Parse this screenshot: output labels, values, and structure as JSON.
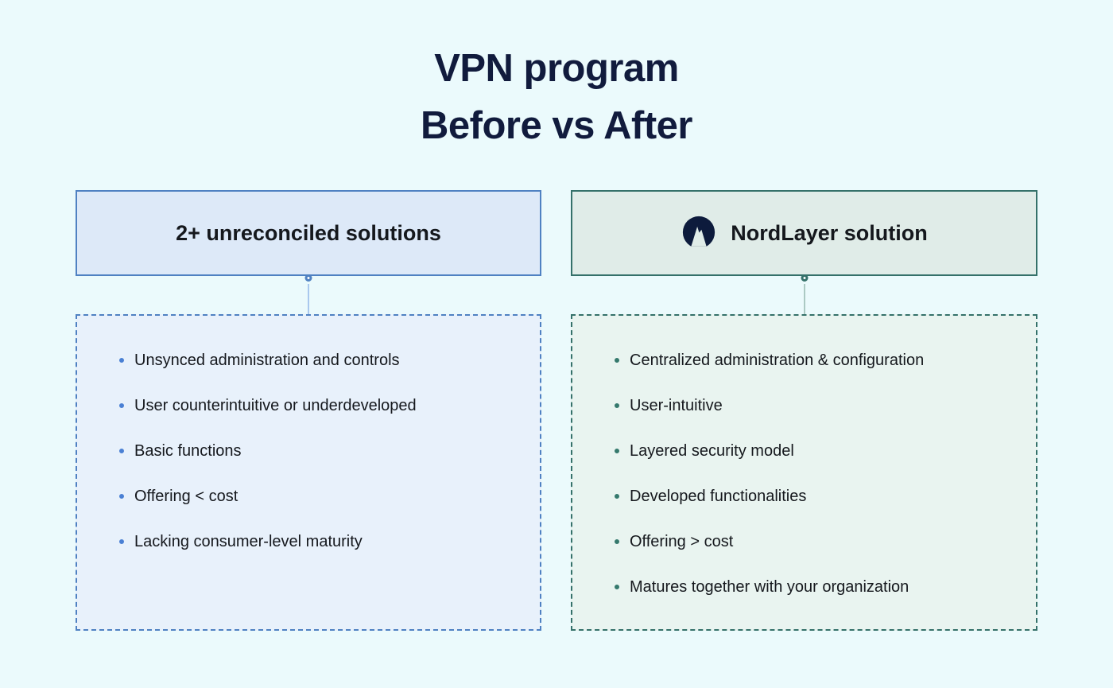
{
  "page": {
    "background": "#ebfafc",
    "text_color": "#15181d",
    "title": {
      "line1": "VPN program",
      "line2": "Before vs After",
      "color": "#111b3d"
    }
  },
  "before": {
    "header_label": "2+ unreconciled solutions",
    "accent": "#4f81c2",
    "header_bg": "#dde9f8",
    "list_bg": "#e8f1fb",
    "bullet_color": "#4a80d4",
    "arrow_color": "#a9c8ee",
    "items": [
      "Unsynced administration and controls",
      "User counterintuitive or underdeveloped",
      "Basic functions",
      "Offering < cost",
      "Lacking consumer-level maturity"
    ]
  },
  "after": {
    "header_label": "NordLayer solution",
    "logo_icon": "nordlayer-mountain-icon",
    "logo_color": "#0d1b3c",
    "accent": "#35716a",
    "header_bg": "#e0ece8",
    "list_bg": "#e9f4f0",
    "bullet_color": "#35796d",
    "arrow_color": "#abc9c3",
    "items": [
      "Centralized administration & configuration",
      "User-intuitive",
      "Layered security model",
      "Developed functionalities",
      "Offering > cost",
      "Matures together with your organization"
    ]
  }
}
